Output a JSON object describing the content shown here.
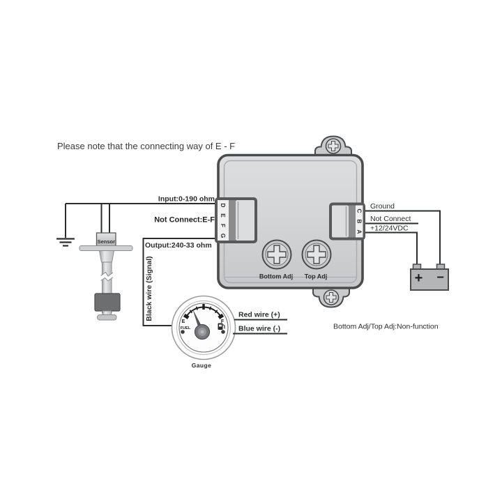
{
  "title": "Please note that the connecting way of E - F",
  "controller": {
    "left_terminals": [
      "D",
      "E",
      "F",
      "G"
    ],
    "right_terminals": [
      "C",
      "B",
      "A"
    ],
    "bottom_adj_label": "Bottom Adj",
    "top_adj_label": "Top Adj"
  },
  "left_labels": {
    "input": "Input:0-190 ohm",
    "not_connect_ef": "Not Connect:E-F",
    "output": "Output:240-33 ohm",
    "black_wire": "Black wire (Signal)"
  },
  "right_labels": {
    "ground": "Ground",
    "not_connect": "Not Connect",
    "power": "+12/24VDC",
    "adj_note": "Bottom Adj/Top Adj:Non-function"
  },
  "gauge": {
    "label": "Gauge",
    "empty_label": "E",
    "full_label": "F",
    "fuel_label": "FUEL",
    "red_wire": "Red wire (+)",
    "blue_wire": "Blue wire (-)"
  },
  "sensor": {
    "label": "Sensor"
  },
  "battery": {
    "positive_label": "+",
    "negative_label": "−"
  },
  "colors": {
    "wire": "#2b2c2e",
    "outline": "#4a4b4d",
    "box_fill": "#d3d4d6",
    "battery_fill": "#b4b5b7",
    "float_fill": "#6d6e70",
    "background": "#ffffff"
  }
}
